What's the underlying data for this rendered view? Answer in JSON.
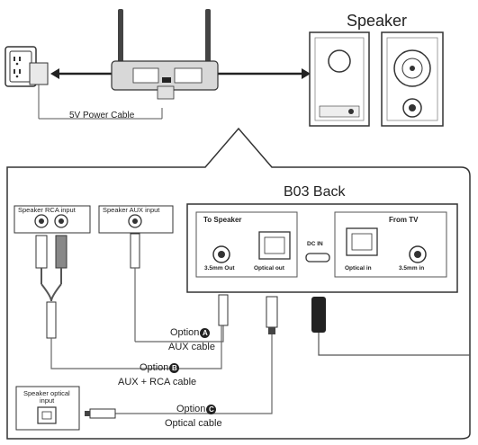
{
  "top": {
    "speaker_title": "Speaker",
    "power_cable_label": "5V Power Cable"
  },
  "back_panel": {
    "title": "B03 Back",
    "to_speaker": "To Speaker",
    "from_tv": "From TV",
    "dc_in": "DC IN",
    "out_35": "3.5mm Out",
    "optical_out": "Optical out",
    "optical_in": "Optical in",
    "in_35": "3.5mm in"
  },
  "speaker_inputs": {
    "rca": "Speaker RCA input",
    "aux": "Speaker AUX input",
    "optical_line1": "Speaker optical",
    "optical_line2": "input"
  },
  "options": [
    {
      "label": "Option",
      "badge": "A",
      "cable": "AUX cable"
    },
    {
      "label": "Option",
      "badge": "B",
      "cable": "AUX + RCA cable"
    },
    {
      "label": "Option",
      "badge": "C",
      "cable": "Optical cable"
    }
  ]
}
